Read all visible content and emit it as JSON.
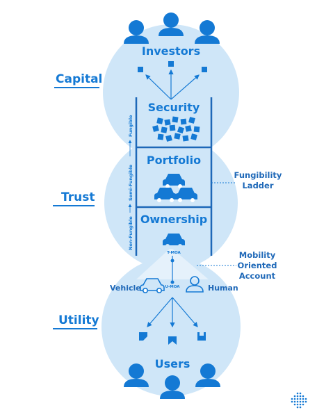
{
  "labels": {
    "investors": "Investors",
    "security": "Security",
    "portfolio": "Portfolio",
    "ownership": "Ownership",
    "users": "Users",
    "capital": "Capital",
    "trust": "Trust",
    "utility": "Utility",
    "fungibility_ladder_1": "Fungibility",
    "fungibility_ladder_2": "Ladder",
    "moa_1": "Mobility",
    "moa_2": "Oriented",
    "moa_3": "Account",
    "vehicle": "Vehicle",
    "human": "Human",
    "t_moa": "T-MOA",
    "u_moa": "U-MOA",
    "fungible": "Fungible",
    "semi_fungible": "Semi-Fungible",
    "non_fungible": "Non-Fungible"
  },
  "colors": {
    "circle": "#cfe6f8",
    "accent": "#1479d4",
    "dark": "#1e68b8"
  }
}
